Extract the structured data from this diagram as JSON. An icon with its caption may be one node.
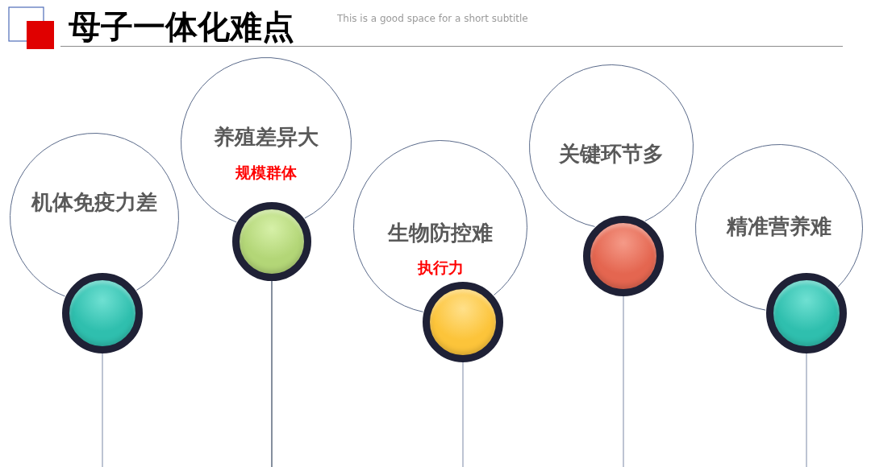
{
  "diagram": {
    "title": "母子一体化难点",
    "nodes": [
      {
        "text": [
          "机体免疫力差"
        ]
      },
      {
        "text": [
          "养殖差异大",
          "规模群体"
        ]
      },
      {
        "text": [
          "生物防控难",
          "执行力"
        ]
      },
      {
        "text": [
          "关键环节多"
        ]
      },
      {
        "text": [
          "精准营养难"
        ]
      },
      {
        "text": [],
        "shape": "circle"
      },
      {
        "text": [],
        "shape": "circle"
      },
      {
        "text": [],
        "shape": "circle"
      },
      {
        "text": [],
        "shape": "circle"
      },
      {
        "text": [],
        "shape": "circle"
      }
    ],
    "edges": [
      {
        "from": 5,
        "to": null,
        "arrow": "none"
      },
      {
        "from": 6,
        "to": null,
        "arrow": "none",
        "color": "#44546a"
      },
      {
        "from": 7,
        "to": null,
        "arrow": "none"
      },
      {
        "from": 8,
        "to": null,
        "arrow": "none"
      },
      {
        "from": 9,
        "to": null,
        "arrow": "none"
      }
    ],
    "labels": [
      "This is a good space for a short subtitle"
    ]
  }
}
